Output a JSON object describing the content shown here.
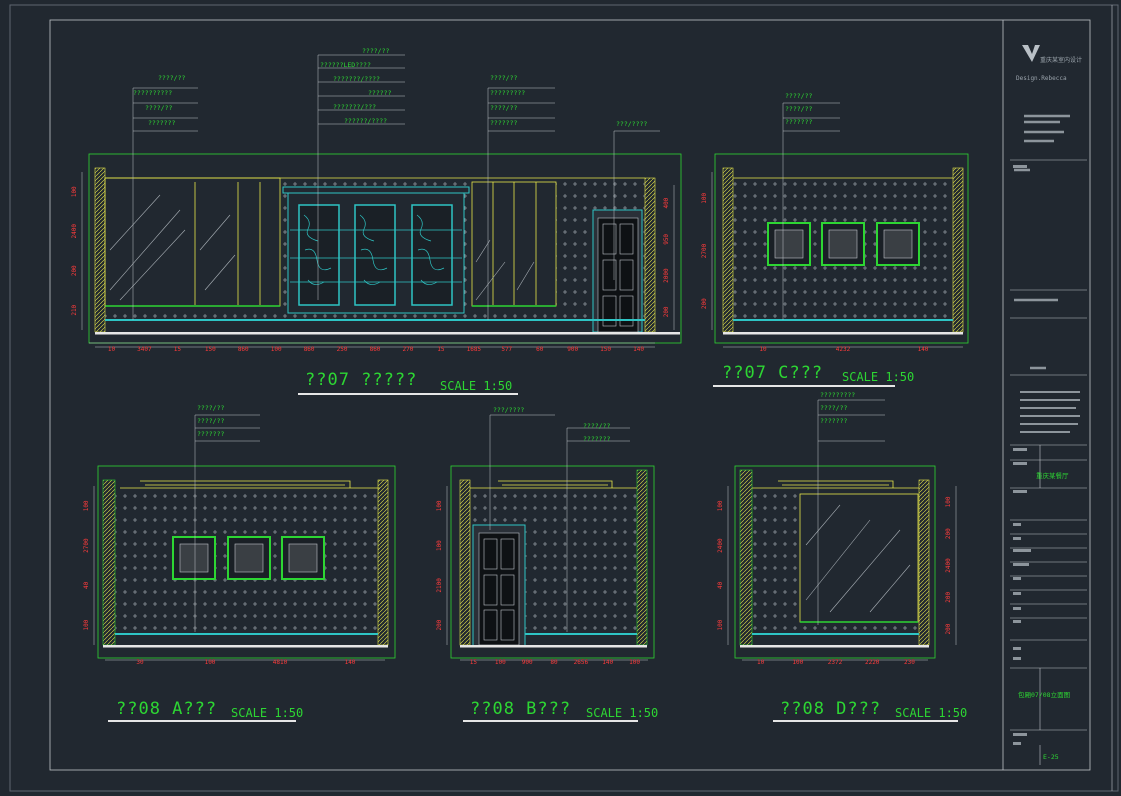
{
  "titleblock": {
    "brand": "Design.Rebecca",
    "project": "重庆某餐厅",
    "drawing_name": "包厢07/08立面图",
    "sheet_no": "E-25"
  },
  "elevations": [
    {
      "id": "e07a",
      "title": "??07 ?????",
      "scale": "SCALE  1:50"
    },
    {
      "id": "e07c",
      "title": "??07 C???",
      "scale": "SCALE  1:50"
    },
    {
      "id": "e08a",
      "title": "??08 A???",
      "scale": "SCALE  1:50"
    },
    {
      "id": "e08b",
      "title": "??08 B???",
      "scale": "SCALE  1:50"
    },
    {
      "id": "e08d",
      "title": "??08 D???",
      "scale": "SCALE  1:50"
    }
  ],
  "notes": {
    "e07a_left": [
      "????/??",
      "??????????",
      "????/??",
      "???????"
    ],
    "e07a_mid": [
      "????/??",
      "??????LED????",
      "???????/????",
      "??????",
      "???????/???",
      "??????/????"
    ],
    "e07a_right": [
      "????/??",
      "?????????",
      "????/??",
      "???????"
    ],
    "e07a_door": [
      "???/????"
    ],
    "e07c": [
      "????/??",
      "????/??",
      "???????"
    ],
    "e08a": [
      "????/??",
      "????/??",
      "???????"
    ],
    "e08b_left": [
      "???/????"
    ],
    "e08b_right": [
      "????/??",
      "???????"
    ],
    "e08d": [
      "?????????",
      "????/??",
      "???????"
    ]
  },
  "dims": {
    "e07a_bottom": [
      "10",
      "3407",
      "15",
      "150",
      "860",
      "100",
      "860",
      "250",
      "860",
      "270",
      "15",
      "1685",
      "577",
      "60",
      "900",
      "150",
      "140"
    ],
    "e07a_left": [
      "100",
      "2400",
      "200",
      "210"
    ],
    "e07a_right": [
      "400",
      "950",
      "2000",
      "200"
    ],
    "e07c_bottom": [
      "10",
      "4232",
      "140"
    ],
    "e07c_left": [
      "100",
      "2700",
      "200"
    ],
    "e08a_bottom": [
      "30",
      "100",
      "4810",
      "140"
    ],
    "e08a_left": [
      "100",
      "2700",
      "40",
      "100"
    ],
    "e08b_bottom": [
      "15",
      "100",
      "900",
      "80",
      "2656",
      "140",
      "100"
    ],
    "e08b_left": [
      "100",
      "100",
      "2100",
      "200"
    ],
    "e08d_bottom": [
      "10",
      "100",
      "2372",
      "2220",
      "230"
    ],
    "e08d_left": [
      "100",
      "2400",
      "40",
      "100"
    ],
    "e08d_right": [
      "100",
      "200",
      "2400",
      "200",
      "200"
    ]
  }
}
